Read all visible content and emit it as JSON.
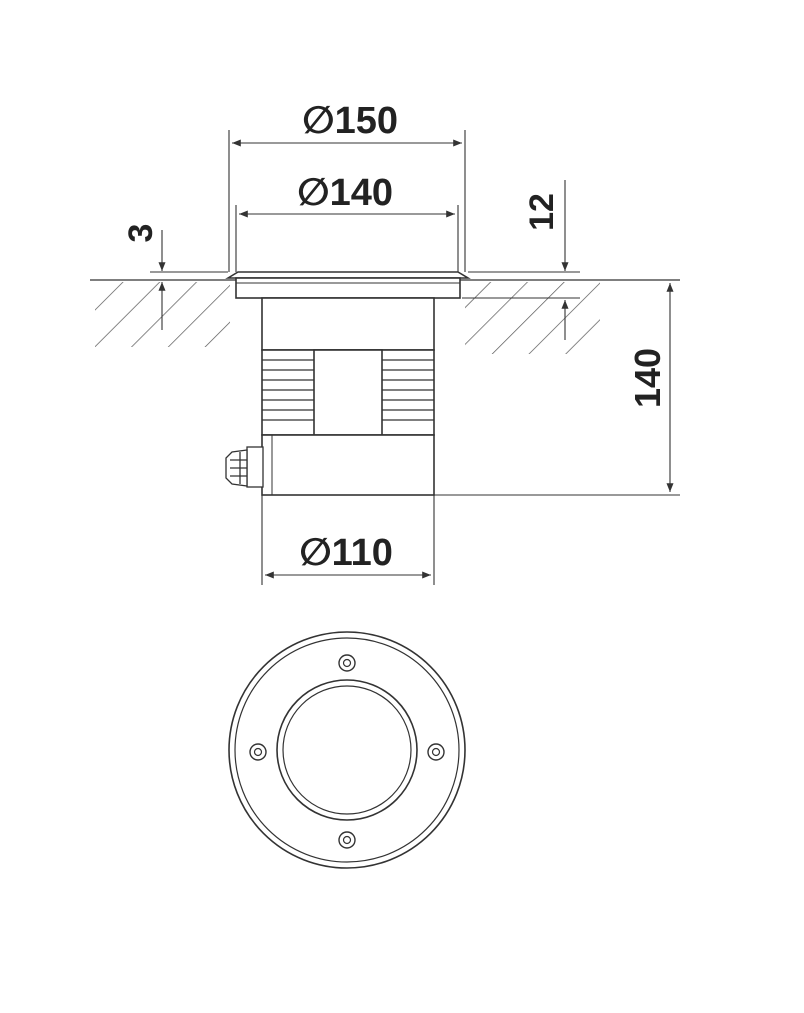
{
  "dimensions": {
    "top_outer_diameter": "150",
    "top_inner_diameter": "140",
    "flange_thickness": "3",
    "collar_height": "12",
    "overall_depth": "140",
    "body_diameter": "110"
  },
  "symbols": {
    "diameter": "∅"
  },
  "colors": {
    "line": "#333333",
    "hatch": "#555555",
    "background": "#ffffff"
  }
}
